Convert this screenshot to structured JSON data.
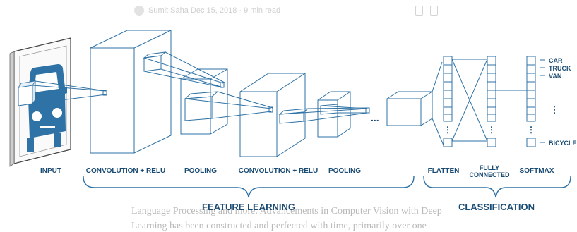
{
  "ghost": {
    "meta": "Sumit Saha  Dec 15, 2018 · 9 min read",
    "line1": "Language Processing and more. Advancements in Computer Vision with Deep",
    "line2": "Learning has been constructed and perfected with time, primarily over one"
  },
  "labels": {
    "input": "INPUT",
    "conv1": "CONVOLUTION + RELU",
    "pool1": "POOLING",
    "conv2": "CONVOLUTION + RELU",
    "pool2": "POOLING",
    "flatten": "FLATTEN",
    "fully_line1": "FULLY",
    "fully_line2": "CONNECTED",
    "softmax": "SOFTMAX",
    "ellipsis": "...",
    "vdots": "⋮"
  },
  "groups": {
    "feature_learning": "FEATURE LEARNING",
    "classification": "CLASSIFICATION"
  },
  "classes": [
    "CAR",
    "TRUCK",
    "VAN",
    "BICYCLE"
  ],
  "colors": {
    "line": "#2f72a5",
    "label": "#1a4b73",
    "car": "#2f72a5"
  }
}
